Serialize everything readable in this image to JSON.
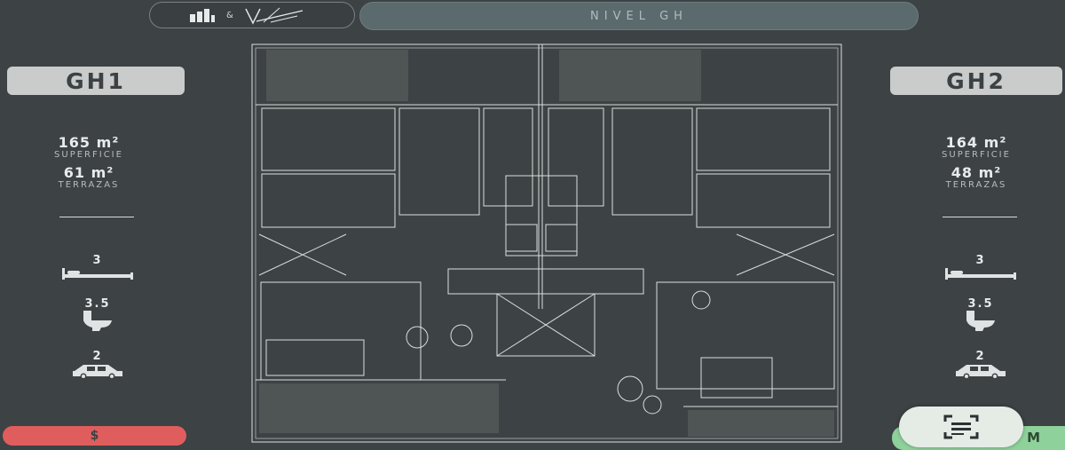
{
  "header": {
    "level_label": "NIVEL GH",
    "logo_ampersand": "&"
  },
  "units": [
    {
      "name": "GH1",
      "surface_value": "165",
      "surface_unit": "m²",
      "surface_label": "SUPERFICIE",
      "terrace_value": "61",
      "terrace_unit": "m²",
      "terrace_label": "TERRAZAS",
      "bedrooms": "3",
      "bathrooms": "3.5",
      "parking": "2"
    },
    {
      "name": "GH2",
      "surface_value": "164",
      "surface_unit": "m²",
      "surface_label": "SUPERFICIE",
      "terrace_value": "48",
      "terrace_unit": "m²",
      "terrace_label": "TERRAZAS",
      "bedrooms": "3",
      "bathrooms": "3.5",
      "parking": "2"
    }
  ],
  "actions": {
    "price_label": "$",
    "green_button_tail": "M"
  },
  "icons": {
    "bed": "bed-icon",
    "toilet": "toilet-icon",
    "car": "car-icon",
    "scan": "scan-document-icon",
    "price": "dollar-icon"
  },
  "colors": {
    "background": "#3d4244",
    "tag": "#c9cccb",
    "level_pill": "#5b6b6d",
    "price_button": "#e05d5e",
    "green_button": "#8ed19a"
  }
}
